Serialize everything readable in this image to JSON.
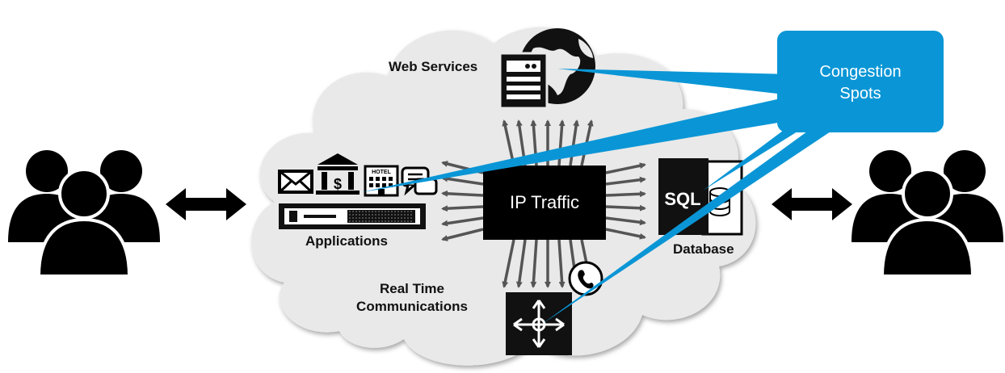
{
  "diagram": {
    "center_label": "IP Traffic",
    "callout": {
      "line1": "Congestion",
      "line2": "Spots"
    },
    "labels": {
      "web_services": "Web Services",
      "applications": "Applications",
      "database": "Database",
      "rtc_line1": "Real Time",
      "rtc_line2": "Communications",
      "sql": "SQL",
      "hotel": "HOTEL"
    },
    "colors": {
      "cloud": "#e9e9e9",
      "callout": "#0a96d6",
      "arrows": "#555555",
      "icons": "#111111"
    }
  }
}
